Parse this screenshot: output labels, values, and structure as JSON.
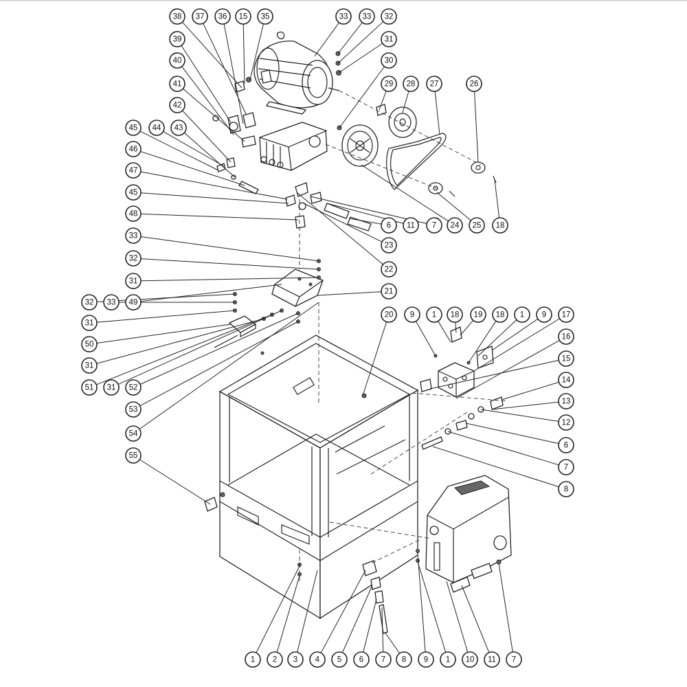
{
  "callouts": [
    {
      "label": "38"
    },
    {
      "label": "37"
    },
    {
      "label": "36"
    },
    {
      "label": "15"
    },
    {
      "label": "35"
    },
    {
      "label": "33"
    },
    {
      "label": "33"
    },
    {
      "label": "32"
    },
    {
      "label": "31"
    },
    {
      "label": "30"
    },
    {
      "label": "29"
    },
    {
      "label": "28"
    },
    {
      "label": "27"
    },
    {
      "label": "26"
    },
    {
      "label": "39"
    },
    {
      "label": "40"
    },
    {
      "label": "41"
    },
    {
      "label": "42"
    },
    {
      "label": "45"
    },
    {
      "label": "44"
    },
    {
      "label": "43"
    },
    {
      "label": "46"
    },
    {
      "label": "47"
    },
    {
      "label": "45"
    },
    {
      "label": "48"
    },
    {
      "label": "6"
    },
    {
      "label": "11"
    },
    {
      "label": "7"
    },
    {
      "label": "24"
    },
    {
      "label": "25"
    },
    {
      "label": "18"
    },
    {
      "label": "23"
    },
    {
      "label": "22"
    },
    {
      "label": "33"
    },
    {
      "label": "32"
    },
    {
      "label": "31"
    },
    {
      "label": "49"
    },
    {
      "label": "21"
    },
    {
      "label": "32"
    },
    {
      "label": "33"
    },
    {
      "label": "31"
    },
    {
      "label": "50"
    },
    {
      "label": "31"
    },
    {
      "label": "51"
    },
    {
      "label": "31"
    },
    {
      "label": "52"
    },
    {
      "label": "53"
    },
    {
      "label": "54"
    },
    {
      "label": "20"
    },
    {
      "label": "9"
    },
    {
      "label": "1"
    },
    {
      "label": "18"
    },
    {
      "label": "19"
    },
    {
      "label": "18"
    },
    {
      "label": "1"
    },
    {
      "label": "9"
    },
    {
      "label": "17"
    },
    {
      "label": "16"
    },
    {
      "label": "15"
    },
    {
      "label": "14"
    },
    {
      "label": "13"
    },
    {
      "label": "12"
    },
    {
      "label": "6"
    },
    {
      "label": "7"
    },
    {
      "label": "8"
    },
    {
      "label": "55"
    },
    {
      "label": "1"
    },
    {
      "label": "2"
    },
    {
      "label": "3"
    },
    {
      "label": "4"
    },
    {
      "label": "5"
    },
    {
      "label": "6"
    },
    {
      "label": "7"
    },
    {
      "label": "8"
    },
    {
      "label": "9"
    },
    {
      "label": "1"
    },
    {
      "label": "10"
    },
    {
      "label": "11"
    },
    {
      "label": "7"
    }
  ]
}
